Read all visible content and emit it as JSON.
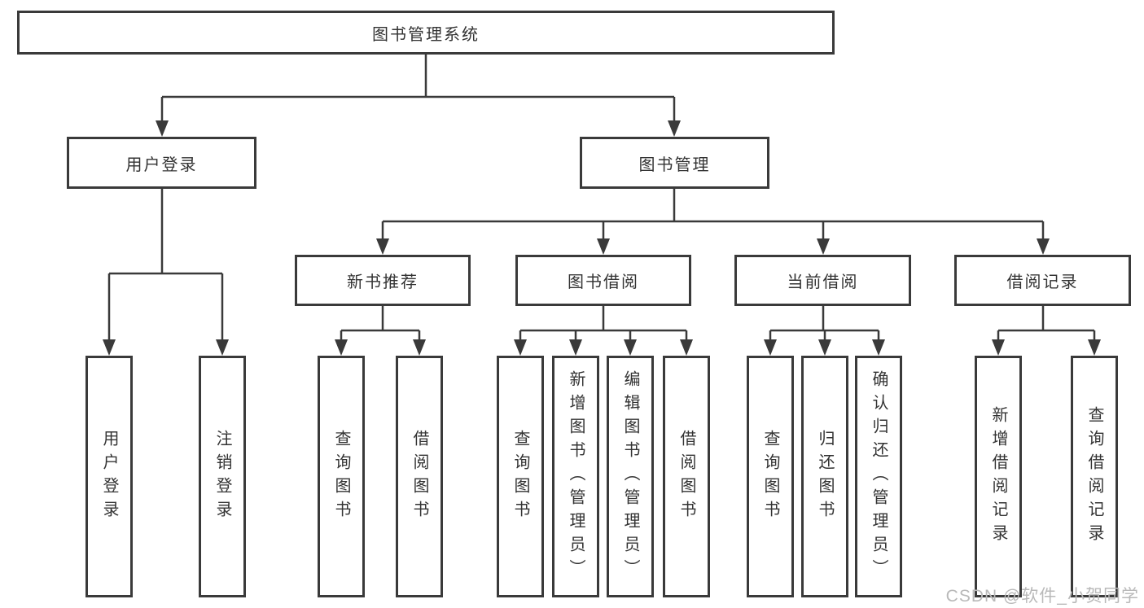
{
  "tree": {
    "root": {
      "label": "图书管理系统"
    },
    "branches": [
      {
        "label": "用户登录",
        "children": [
          {
            "label": "用户登录"
          },
          {
            "label": "注销登录"
          }
        ]
      },
      {
        "label": "图书管理",
        "groups": [
          {
            "label": "新书推荐",
            "children": [
              {
                "label": "查询图书"
              },
              {
                "label": "借阅图书"
              }
            ]
          },
          {
            "label": "图书借阅",
            "children": [
              {
                "label": "查询图书"
              },
              {
                "label": "新增图书（管理员）"
              },
              {
                "label": "编辑图书（管理员）"
              },
              {
                "label": "借阅图书"
              }
            ]
          },
          {
            "label": "当前借阅",
            "children": [
              {
                "label": "查询图书"
              },
              {
                "label": "归还图书"
              },
              {
                "label": "确认归还（管理员）"
              }
            ]
          },
          {
            "label": "借阅记录",
            "children": [
              {
                "label": "新增借阅记录"
              },
              {
                "label": "查询借阅记录"
              }
            ]
          }
        ]
      }
    ]
  },
  "colors": {
    "line": "#3a3a3a",
    "box_background": "#ffffff",
    "text": "#333333",
    "watermark": "#b9b9b9"
  },
  "watermark": {
    "text": "CSDN @软件_小贺同学"
  }
}
